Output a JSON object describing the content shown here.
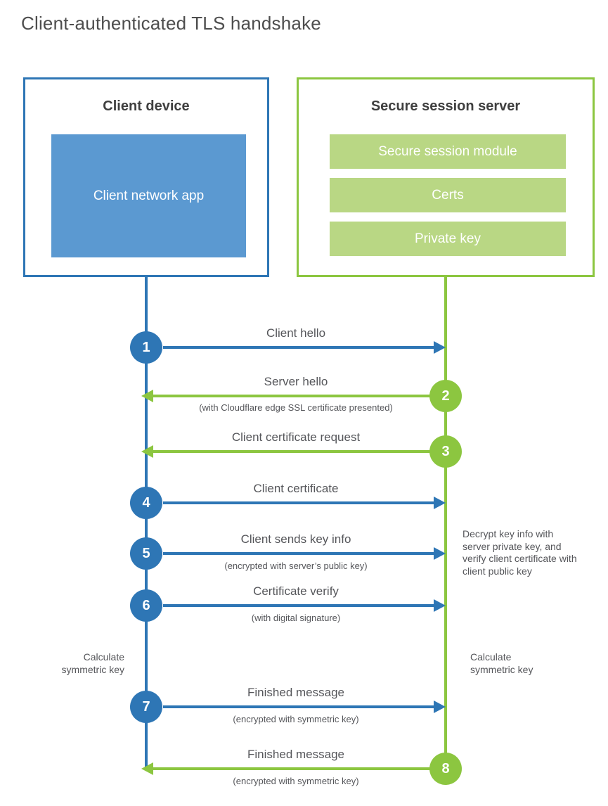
{
  "page": {
    "title": "Client-authenticated TLS handshake"
  },
  "colors": {
    "client_accent": "#2E76B5",
    "client_fill": "#5B99D1",
    "server_accent": "#8CC640",
    "server_fill": "#B9D784"
  },
  "client_box": {
    "title": "Client device",
    "app_label": "Client network app"
  },
  "server_box": {
    "title": "Secure session server",
    "modules": [
      "Secure session module",
      "Certs",
      "Private key"
    ]
  },
  "steps": [
    {
      "num": "1",
      "actor": "client",
      "direction": "right",
      "label": "Client hello",
      "sub": ""
    },
    {
      "num": "2",
      "actor": "server",
      "direction": "left",
      "label": "Server hello",
      "sub": "(with Cloudflare edge SSL certificate presented)"
    },
    {
      "num": "3",
      "actor": "server",
      "direction": "left",
      "label": "Client certificate request",
      "sub": ""
    },
    {
      "num": "4",
      "actor": "client",
      "direction": "right",
      "label": "Client certificate",
      "sub": ""
    },
    {
      "num": "5",
      "actor": "client",
      "direction": "right",
      "label": "Client sends key info",
      "sub": "(encrypted with server’s public key)"
    },
    {
      "num": "6",
      "actor": "client",
      "direction": "right",
      "label": "Certificate verify",
      "sub": "(with digital signature)"
    },
    {
      "num": "7",
      "actor": "client",
      "direction": "right",
      "label": "Finished message",
      "sub": "(encrypted with symmetric key)"
    },
    {
      "num": "8",
      "actor": "server",
      "direction": "left",
      "label": "Finished message",
      "sub": "(encrypted with symmetric key)"
    }
  ],
  "annotations": {
    "decrypt_note": "Decrypt key info with server private key, and verify client certificate with client public key",
    "calculate_left": "Calculate symmetric key",
    "calculate_right": "Calculate symmetric key"
  }
}
